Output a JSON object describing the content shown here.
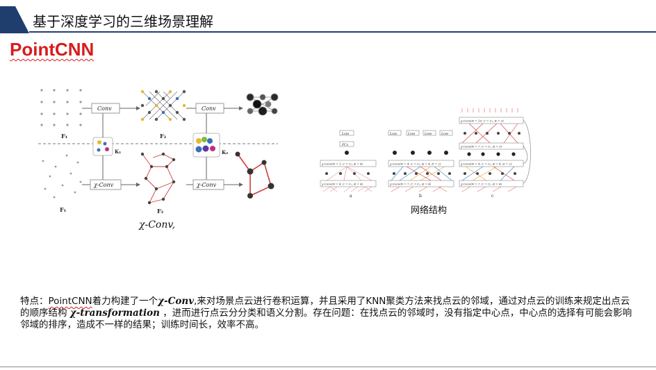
{
  "header": {
    "title": "基于深度学习的三维场景理解"
  },
  "section": {
    "title": "PointCNN"
  },
  "left_figure": {
    "conv_label_1": "Conv",
    "conv_label_2": "Conv",
    "xconv_label_1": "χ-Conv",
    "xconv_label_2": "χ-Conv",
    "f1_top": "F₁",
    "f2_top": "F₂",
    "f1_bottom": "F₁",
    "f2_bottom": "F₂",
    "k1": "K₁",
    "k2": "K₂",
    "caption": "χ-Conv,"
  },
  "right_figure": {
    "caption": "网络结构",
    "panel_a_label": "a",
    "panel_b_label": "b",
    "panel_c_label": "c",
    "loss_label": "Loss",
    "fc_label": "FCs",
    "xconv_a_1": "χ-Conv(N = 1, C = C₂, K = 4)",
    "xconv_a_2": "χ-Conv(N = 4, C = C₁, K = 4)",
    "xconv_b_1": "χ-Conv(N = 4, C = C₂, K = 4, D = 2)",
    "xconv_b_2": "χ-Conv(N = 7, C = C₁, K = 4)",
    "xconv_c_1": "χ-Conv(N = 10, C = C₁, K = 3)",
    "xconv_c_2": "χ-Conv(N = 7, C = C₁, K = 3)",
    "xconv_c_3": "χ-Conv(N = 4, C = C₂, K = 4, D = 2)",
    "xconv_c_4": "χ-Conv(N = 7, C = C₁, K = 4)"
  },
  "description": {
    "p1": "特点：",
    "pointcnn": "PointCNN",
    "p2": "着力构建了一个",
    "xconv": "χ-Conv",
    "p3": ",来对场景点云进行卷积运算，并且采用了KNN聚类方法来找点云的邻域，通过对点云的训练来规定出点云的顺序结构 ",
    "xtrans": "χ-transformation",
    "p4": " ，进而进行点云分分类和语义分割。存在问题：在找点云的邻域时，没有指定中心点，中心点的选择有可能会影响邻域的排序，造成不一样的结果；训练时间长，效率不高。"
  }
}
